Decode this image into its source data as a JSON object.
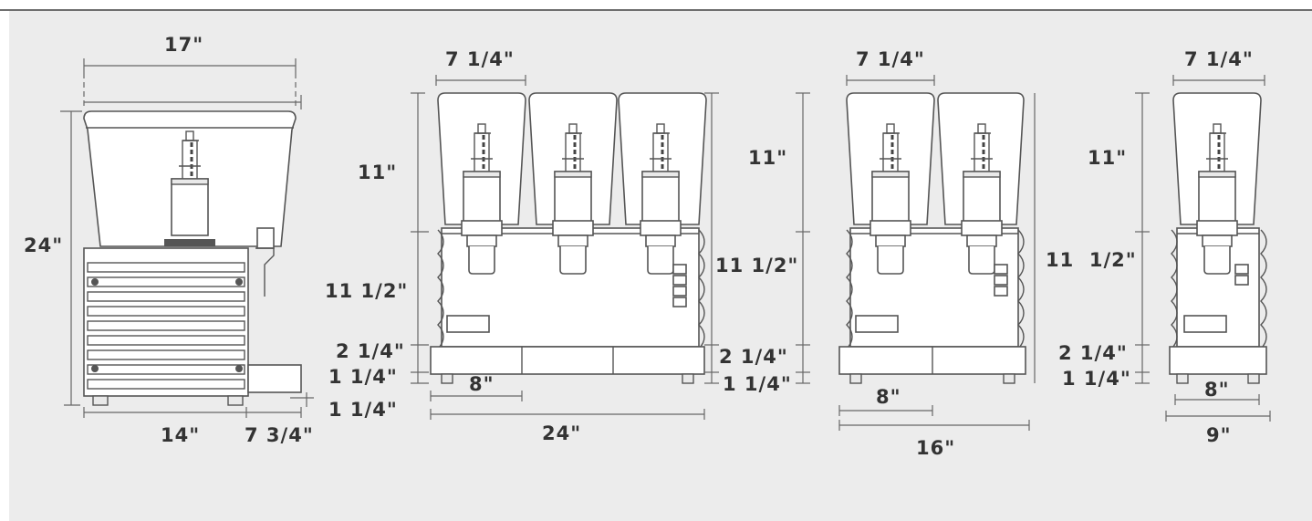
{
  "colors": {
    "background": "#ececec",
    "top_rule": "#6e6e6e",
    "line": "#555555",
    "text": "#333333"
  },
  "single_unit": {
    "top_width": "17\"",
    "height": "24\"",
    "base_width": "14\"",
    "drip_tray": "7 3/4\"",
    "drip_tray_height": "1 1/4\""
  },
  "triple_unit": {
    "bowl_width": "7 1/4\"",
    "bowl_height": "11\"",
    "body_height": "11 1/2\"",
    "base_height": "2 1/4\"",
    "feet_height": "1 1/4\"",
    "foot_spacing": "8\"",
    "total_width": "24\""
  },
  "double_unit": {
    "bowl_width": "7 1/4\"",
    "bowl_height": "11\"",
    "body_height": "11 1/2\"",
    "base_height": "2 1/4\"",
    "feet_height": "1 1/4\"",
    "foot_spacing": "8\"",
    "total_width": "16\""
  },
  "small_unit": {
    "bowl_width": "7 1/4\"",
    "bowl_height": "11\"",
    "body_height": "11  1/2\"",
    "base_height": "2 1/4\"",
    "feet_height": "1 1/4\"",
    "foot_spacing": "8\"",
    "total_width": "9\""
  }
}
